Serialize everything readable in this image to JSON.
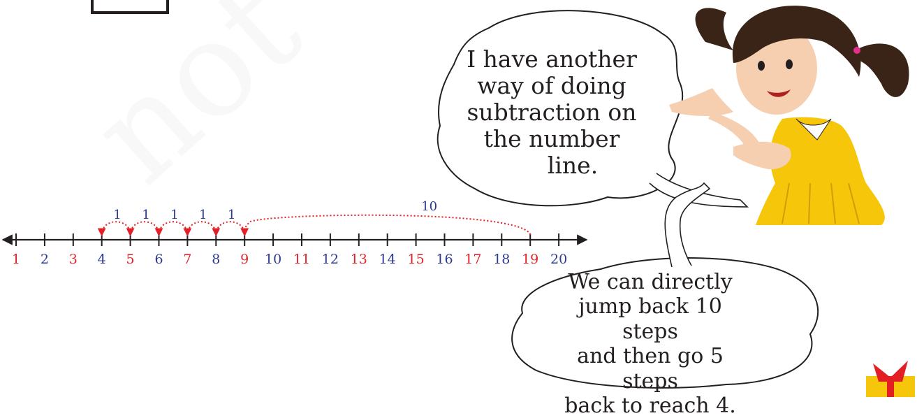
{
  "number_line": {
    "ticks": [
      {
        "label": "1",
        "color": "red"
      },
      {
        "label": "2",
        "color": "blue"
      },
      {
        "label": "3",
        "color": "red"
      },
      {
        "label": "4",
        "color": "blue"
      },
      {
        "label": "5",
        "color": "red"
      },
      {
        "label": "6",
        "color": "blue"
      },
      {
        "label": "7",
        "color": "red"
      },
      {
        "label": "8",
        "color": "blue"
      },
      {
        "label": "9",
        "color": "red"
      },
      {
        "label": "10",
        "color": "blue"
      },
      {
        "label": "11",
        "color": "red"
      },
      {
        "label": "12",
        "color": "blue"
      },
      {
        "label": "13",
        "color": "red"
      },
      {
        "label": "14",
        "color": "blue"
      },
      {
        "label": "15",
        "color": "red"
      },
      {
        "label": "16",
        "color": "blue"
      },
      {
        "label": "17",
        "color": "red"
      },
      {
        "label": "18",
        "color": "blue"
      },
      {
        "label": "19",
        "color": "red"
      },
      {
        "label": "20",
        "color": "blue"
      }
    ],
    "jumps": [
      {
        "from": 19,
        "to": 9,
        "label": "10"
      },
      {
        "from": 9,
        "to": 8,
        "label": "1"
      },
      {
        "from": 8,
        "to": 7,
        "label": "1"
      },
      {
        "from": 7,
        "to": 6,
        "label": "1"
      },
      {
        "from": 6,
        "to": 5,
        "label": "1"
      },
      {
        "from": 5,
        "to": 4,
        "label": "1"
      }
    ]
  },
  "bubble_top": {
    "lines": [
      "I have another",
      "way of doing",
      "subtraction on",
      "the number",
      "line."
    ]
  },
  "bubble_bottom": {
    "lines": [
      "We can directly",
      "jump back 10 steps",
      "and then go 5 steps",
      "back to reach 4."
    ]
  },
  "colors": {
    "red": "#e31e25",
    "blue": "#2b3990",
    "line": "#231f20",
    "jump": "#e31e25",
    "dress": "#f6c60b",
    "hair": "#3a2418",
    "skin": "#f6cfb1"
  },
  "watermark": "not to be"
}
